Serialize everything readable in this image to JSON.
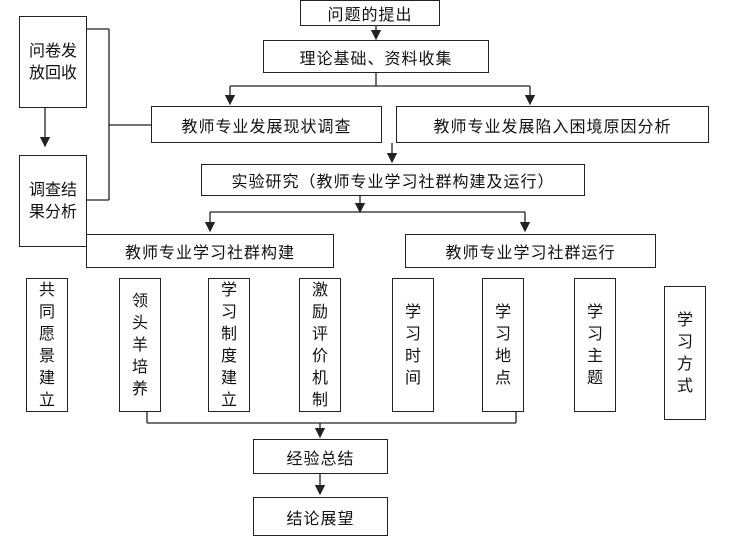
{
  "top": {
    "problem": "问题的提出",
    "theory": "理论基础、资料收集"
  },
  "survey_side": {
    "distribute": "问卷发放回收",
    "analysis": "调查结果分析"
  },
  "research": {
    "status": "教师专业发展现状调查",
    "dilemma": "教师专业发展陷入困境原因分析",
    "experiment": "实验研究（教师专业学习社群构建及运行）"
  },
  "branches": {
    "build": "教师专业学习社群构建",
    "run": "教师专业学习社群运行"
  },
  "leaves": [
    "共同愿景建立",
    "领头羊培养",
    "学习制度建立",
    "激励评价机制",
    "学习时间",
    "学习地点",
    "学习主题",
    "学习方式"
  ],
  "bottom": {
    "summary": "经验总结",
    "outlook": "结论展望"
  }
}
